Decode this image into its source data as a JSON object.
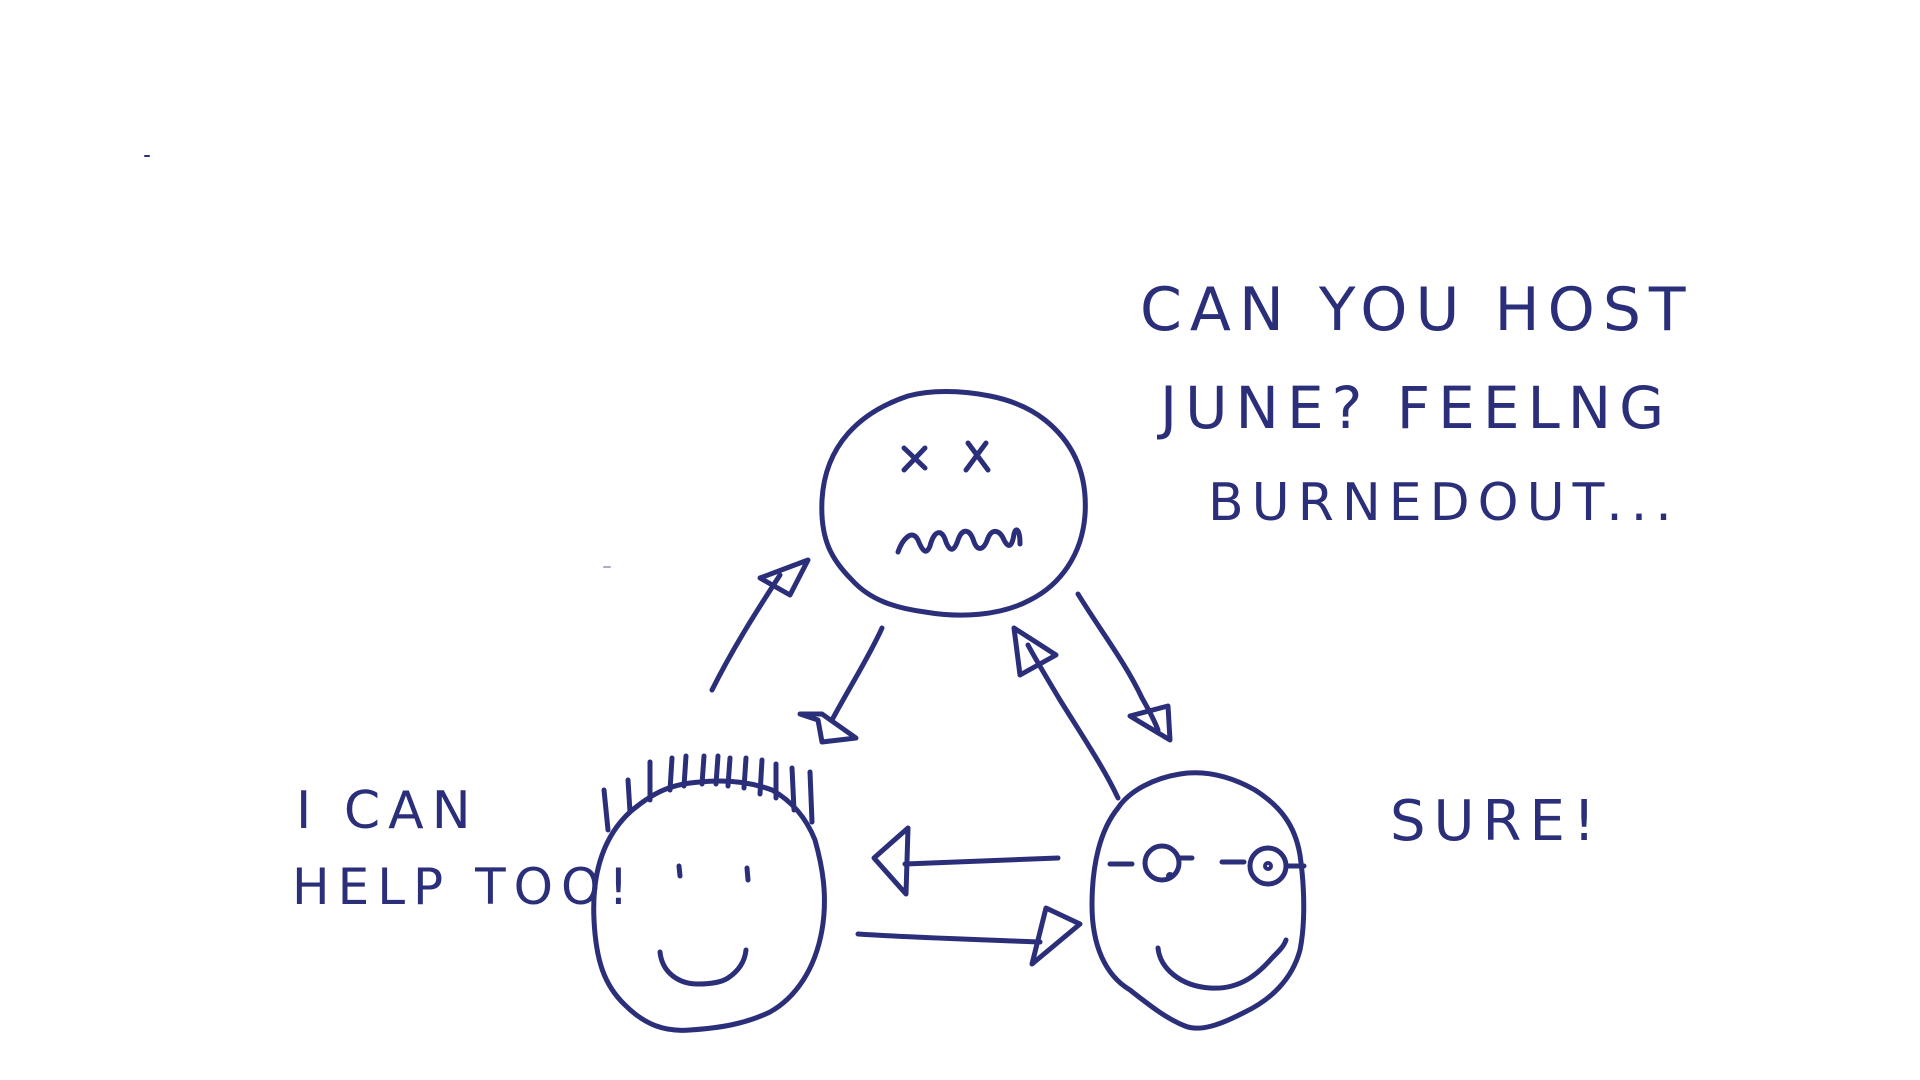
{
  "ink_color": "#2b2f7a",
  "notes": {
    "top_line_1": "CAN YOU HOST",
    "top_line_2": "JUNE? FEELNG",
    "top_line_3": "BURNEDOUT...",
    "left_line_1": "I CAN",
    "left_line_2": "HELP TOO!",
    "right_line_1": "SURE!"
  },
  "faces": [
    {
      "name": "burned-out-face",
      "expression": "x-eyes and wavy mouth"
    },
    {
      "name": "spiky-hair-face",
      "expression": "smile"
    },
    {
      "name": "glasses-face",
      "expression": "smile"
    }
  ]
}
